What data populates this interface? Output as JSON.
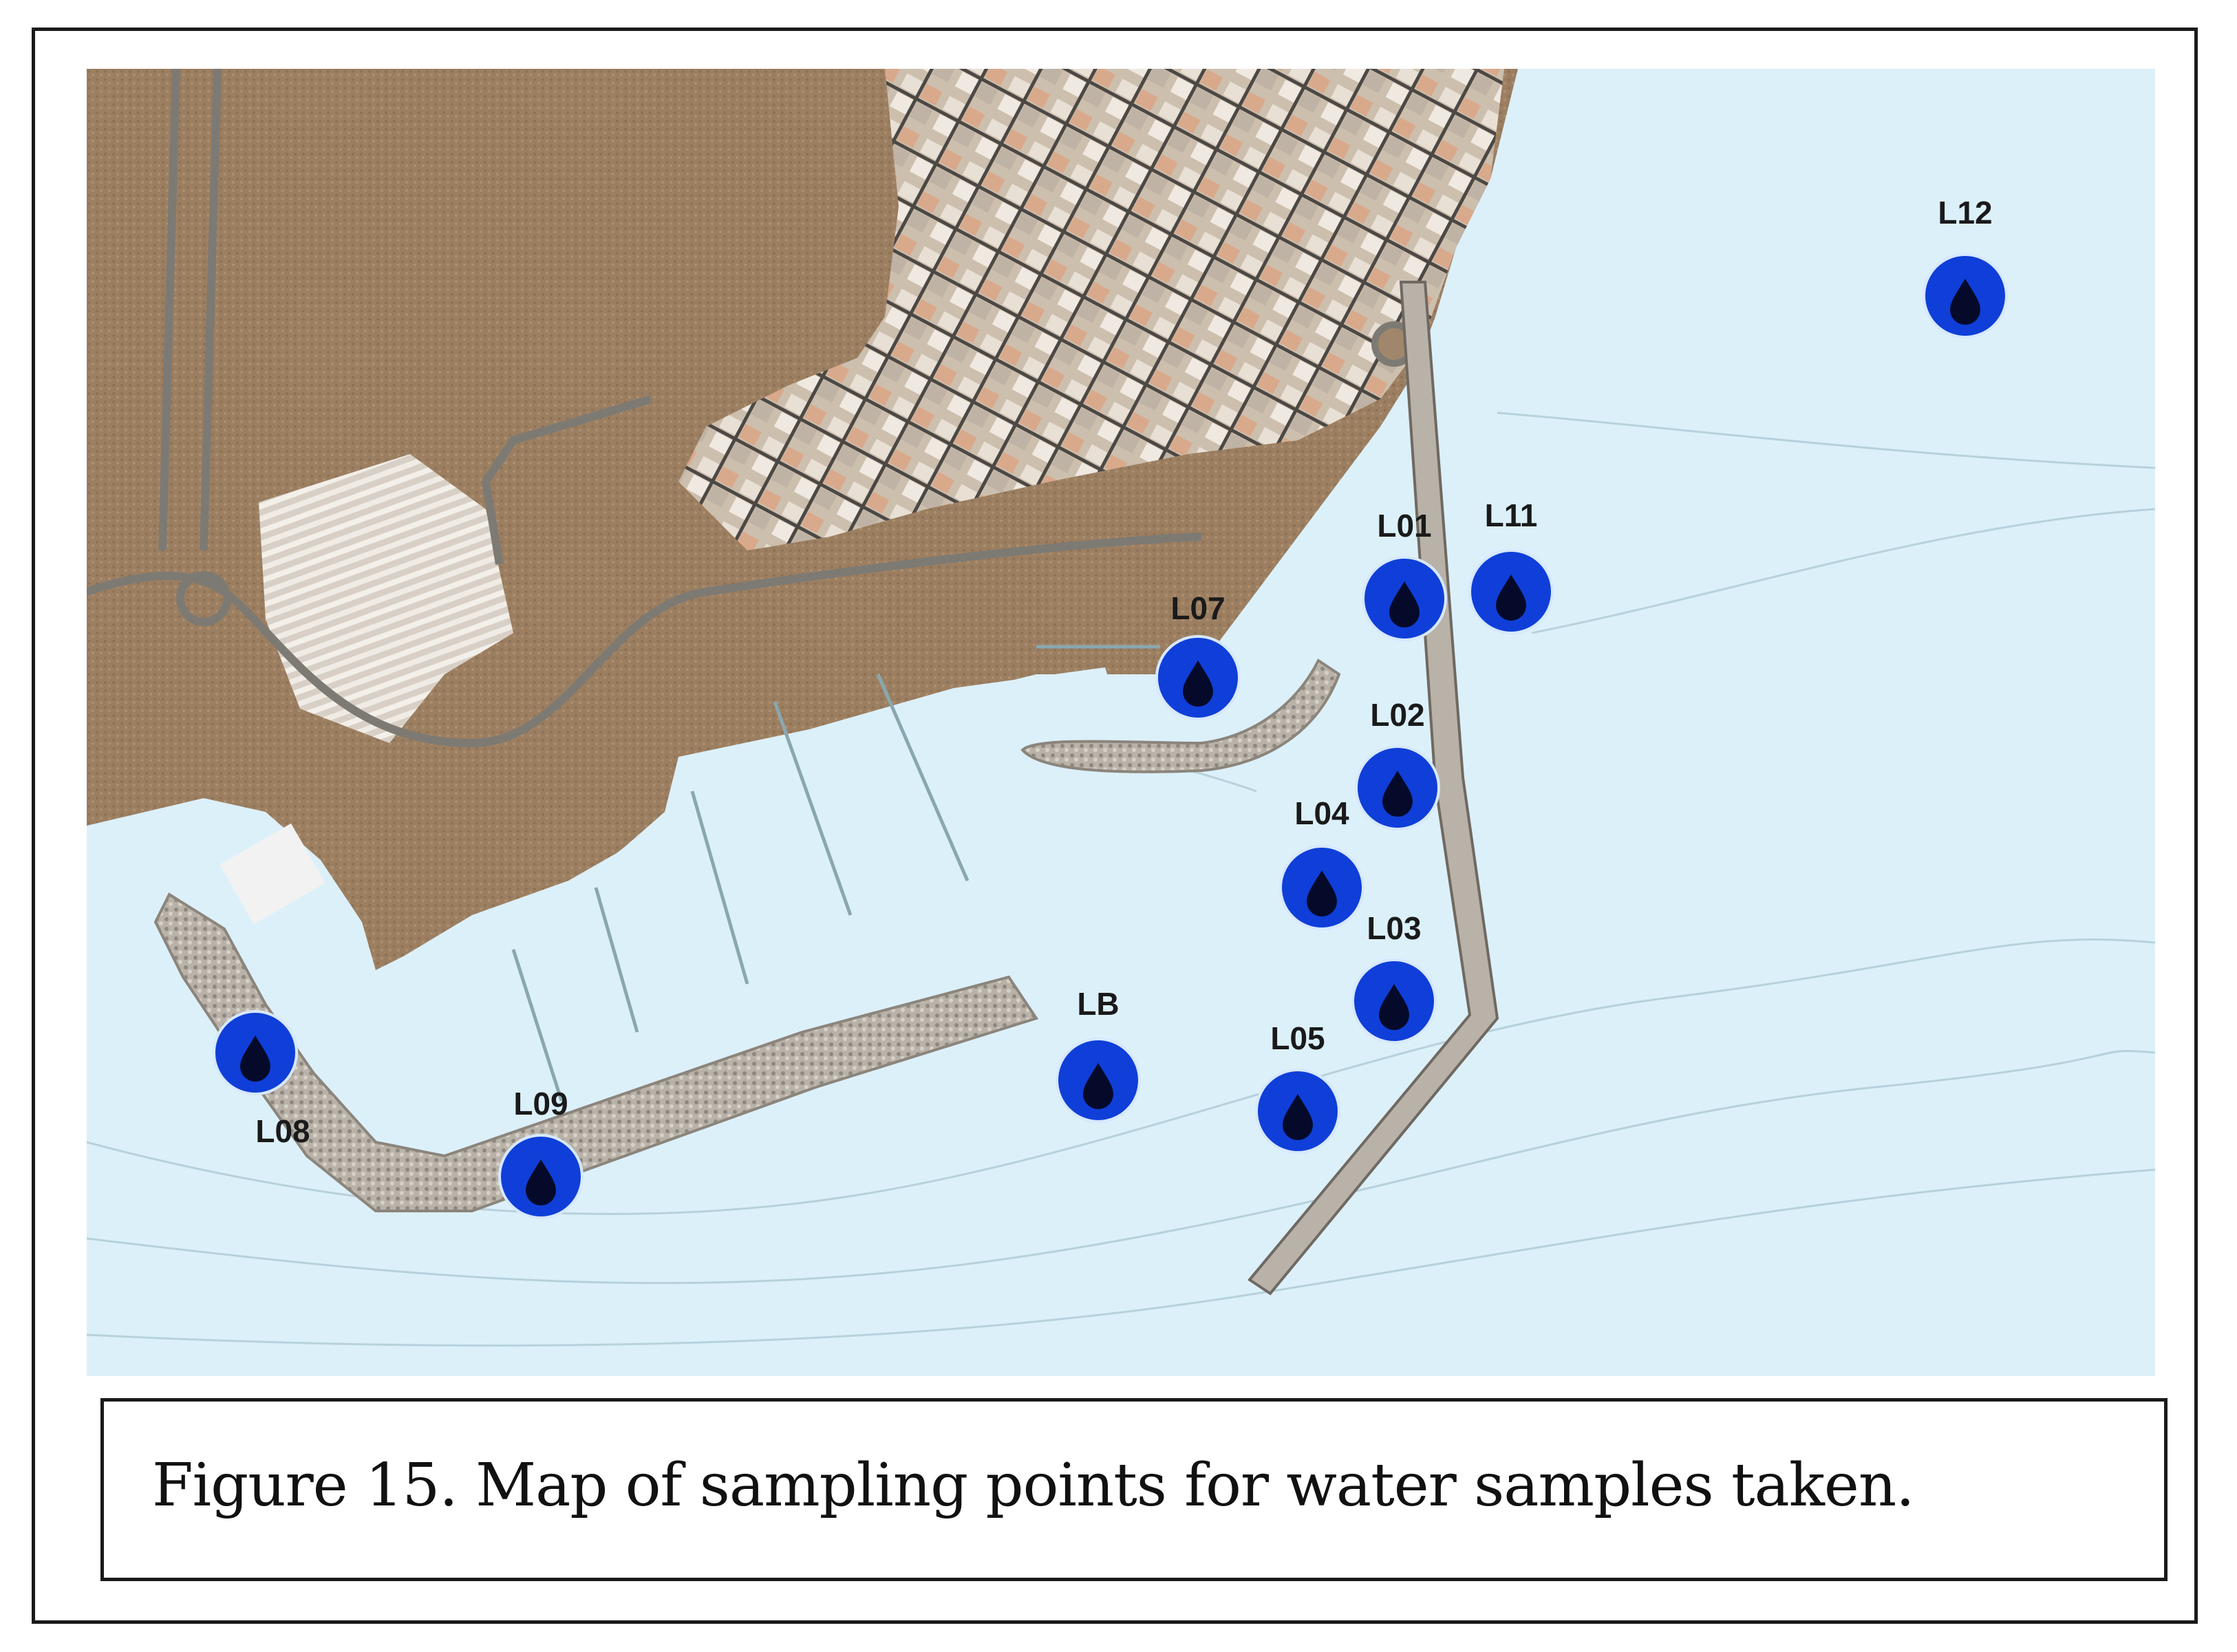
{
  "figure": {
    "caption": "Figure 15. Map of sampling points for water samples taken."
  },
  "map": {
    "colors": {
      "sea": "#dcf0fa",
      "land": "#9e8264",
      "urban": "#c9beb0",
      "breakwater": "#b7b0a6",
      "marker_fill": "#0f3fd8",
      "marker_ring": "#d7e8ff",
      "drop_icon": "#050a2a"
    },
    "marker_icon": "water-drop-icon",
    "sampling_points": [
      {
        "id": "l12",
        "label": "L12"
      },
      {
        "id": "l01",
        "label": "L01"
      },
      {
        "id": "l11",
        "label": "L11"
      },
      {
        "id": "l07",
        "label": "L07"
      },
      {
        "id": "l02",
        "label": "L02"
      },
      {
        "id": "l04",
        "label": "L04"
      },
      {
        "id": "l03",
        "label": "L03"
      },
      {
        "id": "lb",
        "label": "LB"
      },
      {
        "id": "l05",
        "label": "L05"
      },
      {
        "id": "l08",
        "label": "L08"
      },
      {
        "id": "l09",
        "label": "L09"
      }
    ]
  }
}
